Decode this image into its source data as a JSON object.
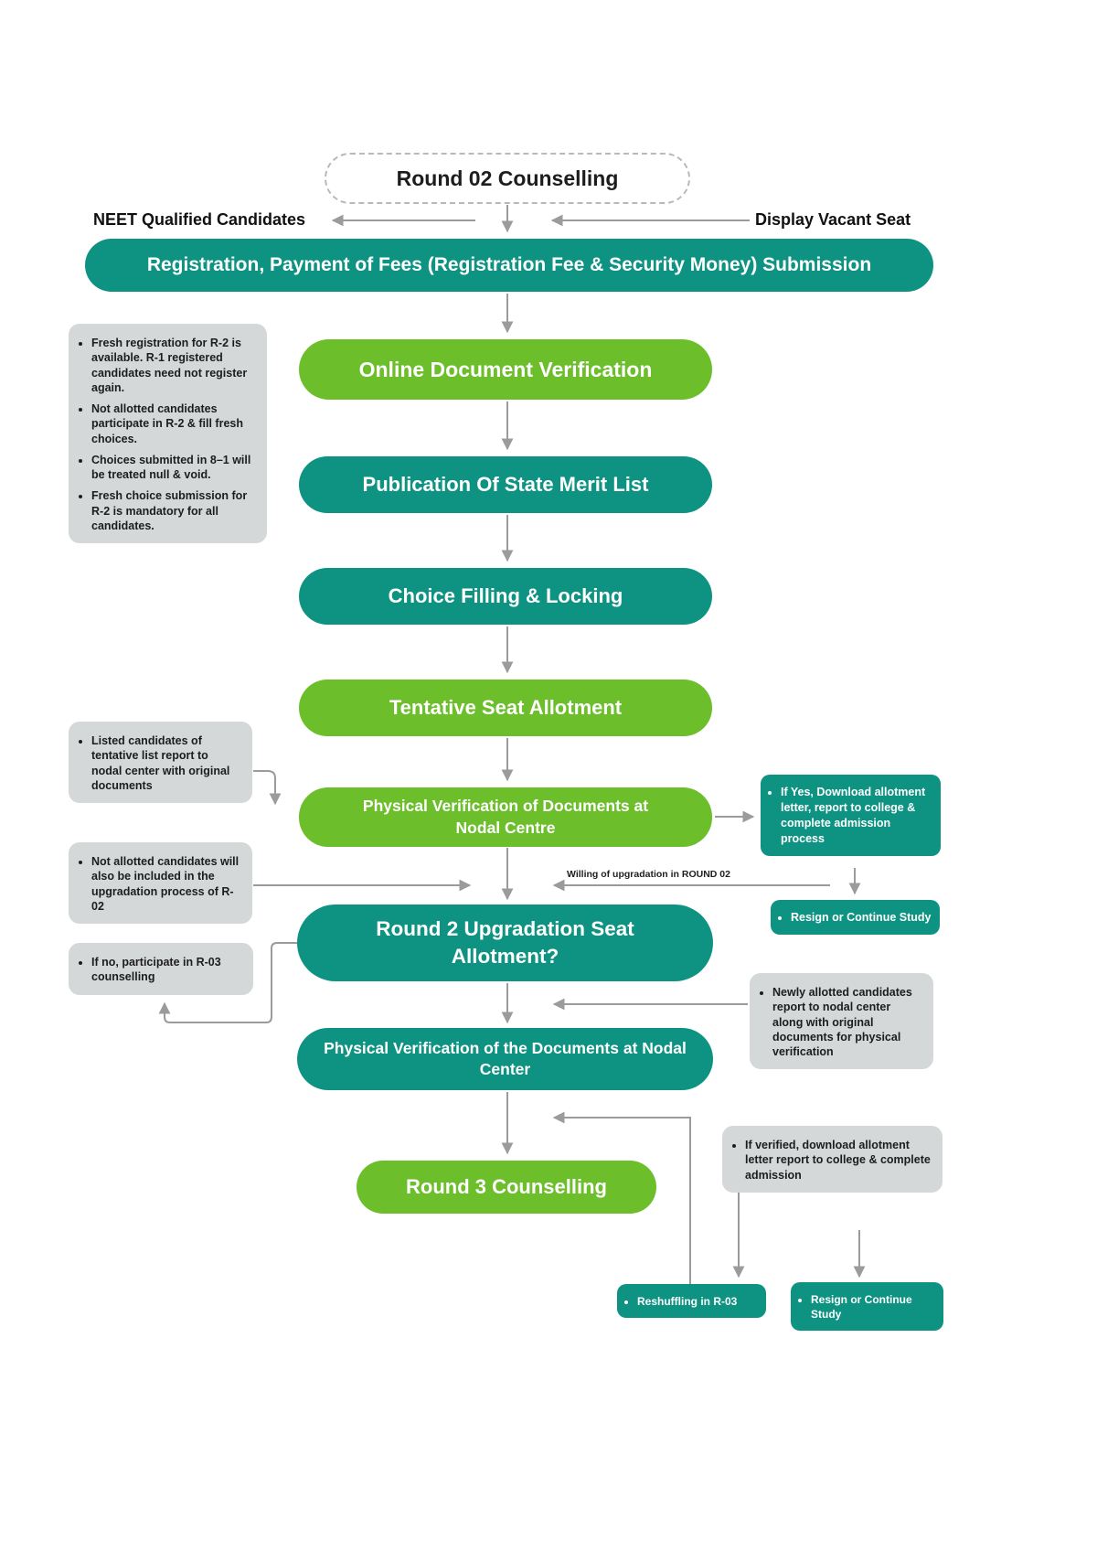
{
  "title": "Round 02 Counselling",
  "inputs": {
    "left": "NEET Qualified Candidates",
    "right": "Display Vacant Seat"
  },
  "steps": {
    "registration": "Registration, Payment of Fees (Registration Fee & Security Money) Submission",
    "online_document_verification": "Online Document Verification",
    "merit_list": "Publication Of State Merit List",
    "choice_filling": "Choice Filling & Locking",
    "tentative_seat_allotment": "Tentative Seat Allotment",
    "physical_verification_1": "Physical Verification of Documents at Nodal Centre",
    "round2_upgradation": "Round 2 Upgradation Seat Allotment?",
    "physical_verification_2": "Physical Verification of the Documents at Nodal Center",
    "round3_counselling": "Round 3 Counselling"
  },
  "notes": {
    "registration_rules": [
      "Fresh registration for R-2 is available. R-1 registered candidates need not register again.",
      "Not allotted candidates participate in R-2 & fill fresh choices.",
      "Choices submitted in 8–1 will be treated null & void.",
      "Fresh choice submission for R-2 is mandatory for all candidates."
    ],
    "listed_candidates": "Listed candidates of tentative list report to nodal center with original documents",
    "not_allotted_upgradation": "Not allotted candidates will also be included in the upgradation process of R-02",
    "if_no": "If no, participate in R-03 counselling",
    "newly_allotted": "Newly allotted candidates report to nodal center along with original documents for physical verification",
    "if_verified": "If verified, download allotment letter report to college & complete admission"
  },
  "outcomes": {
    "if_yes": "If Yes, Download allotment letter, report to college & complete admission process",
    "resign_or_continue_top": "Resign or Continue Study",
    "reshuffling": "Reshuffling in R-03",
    "resign_or_continue_bottom": "Resign or Continue Study"
  },
  "labels": {
    "willing_upgradation": "Willing of upgradation in ROUND 02"
  },
  "colors": {
    "teal": "#0e9383",
    "green": "#6cbe2b",
    "note_gray": "#d5d8d8",
    "arrow": "#9b9b9b"
  }
}
